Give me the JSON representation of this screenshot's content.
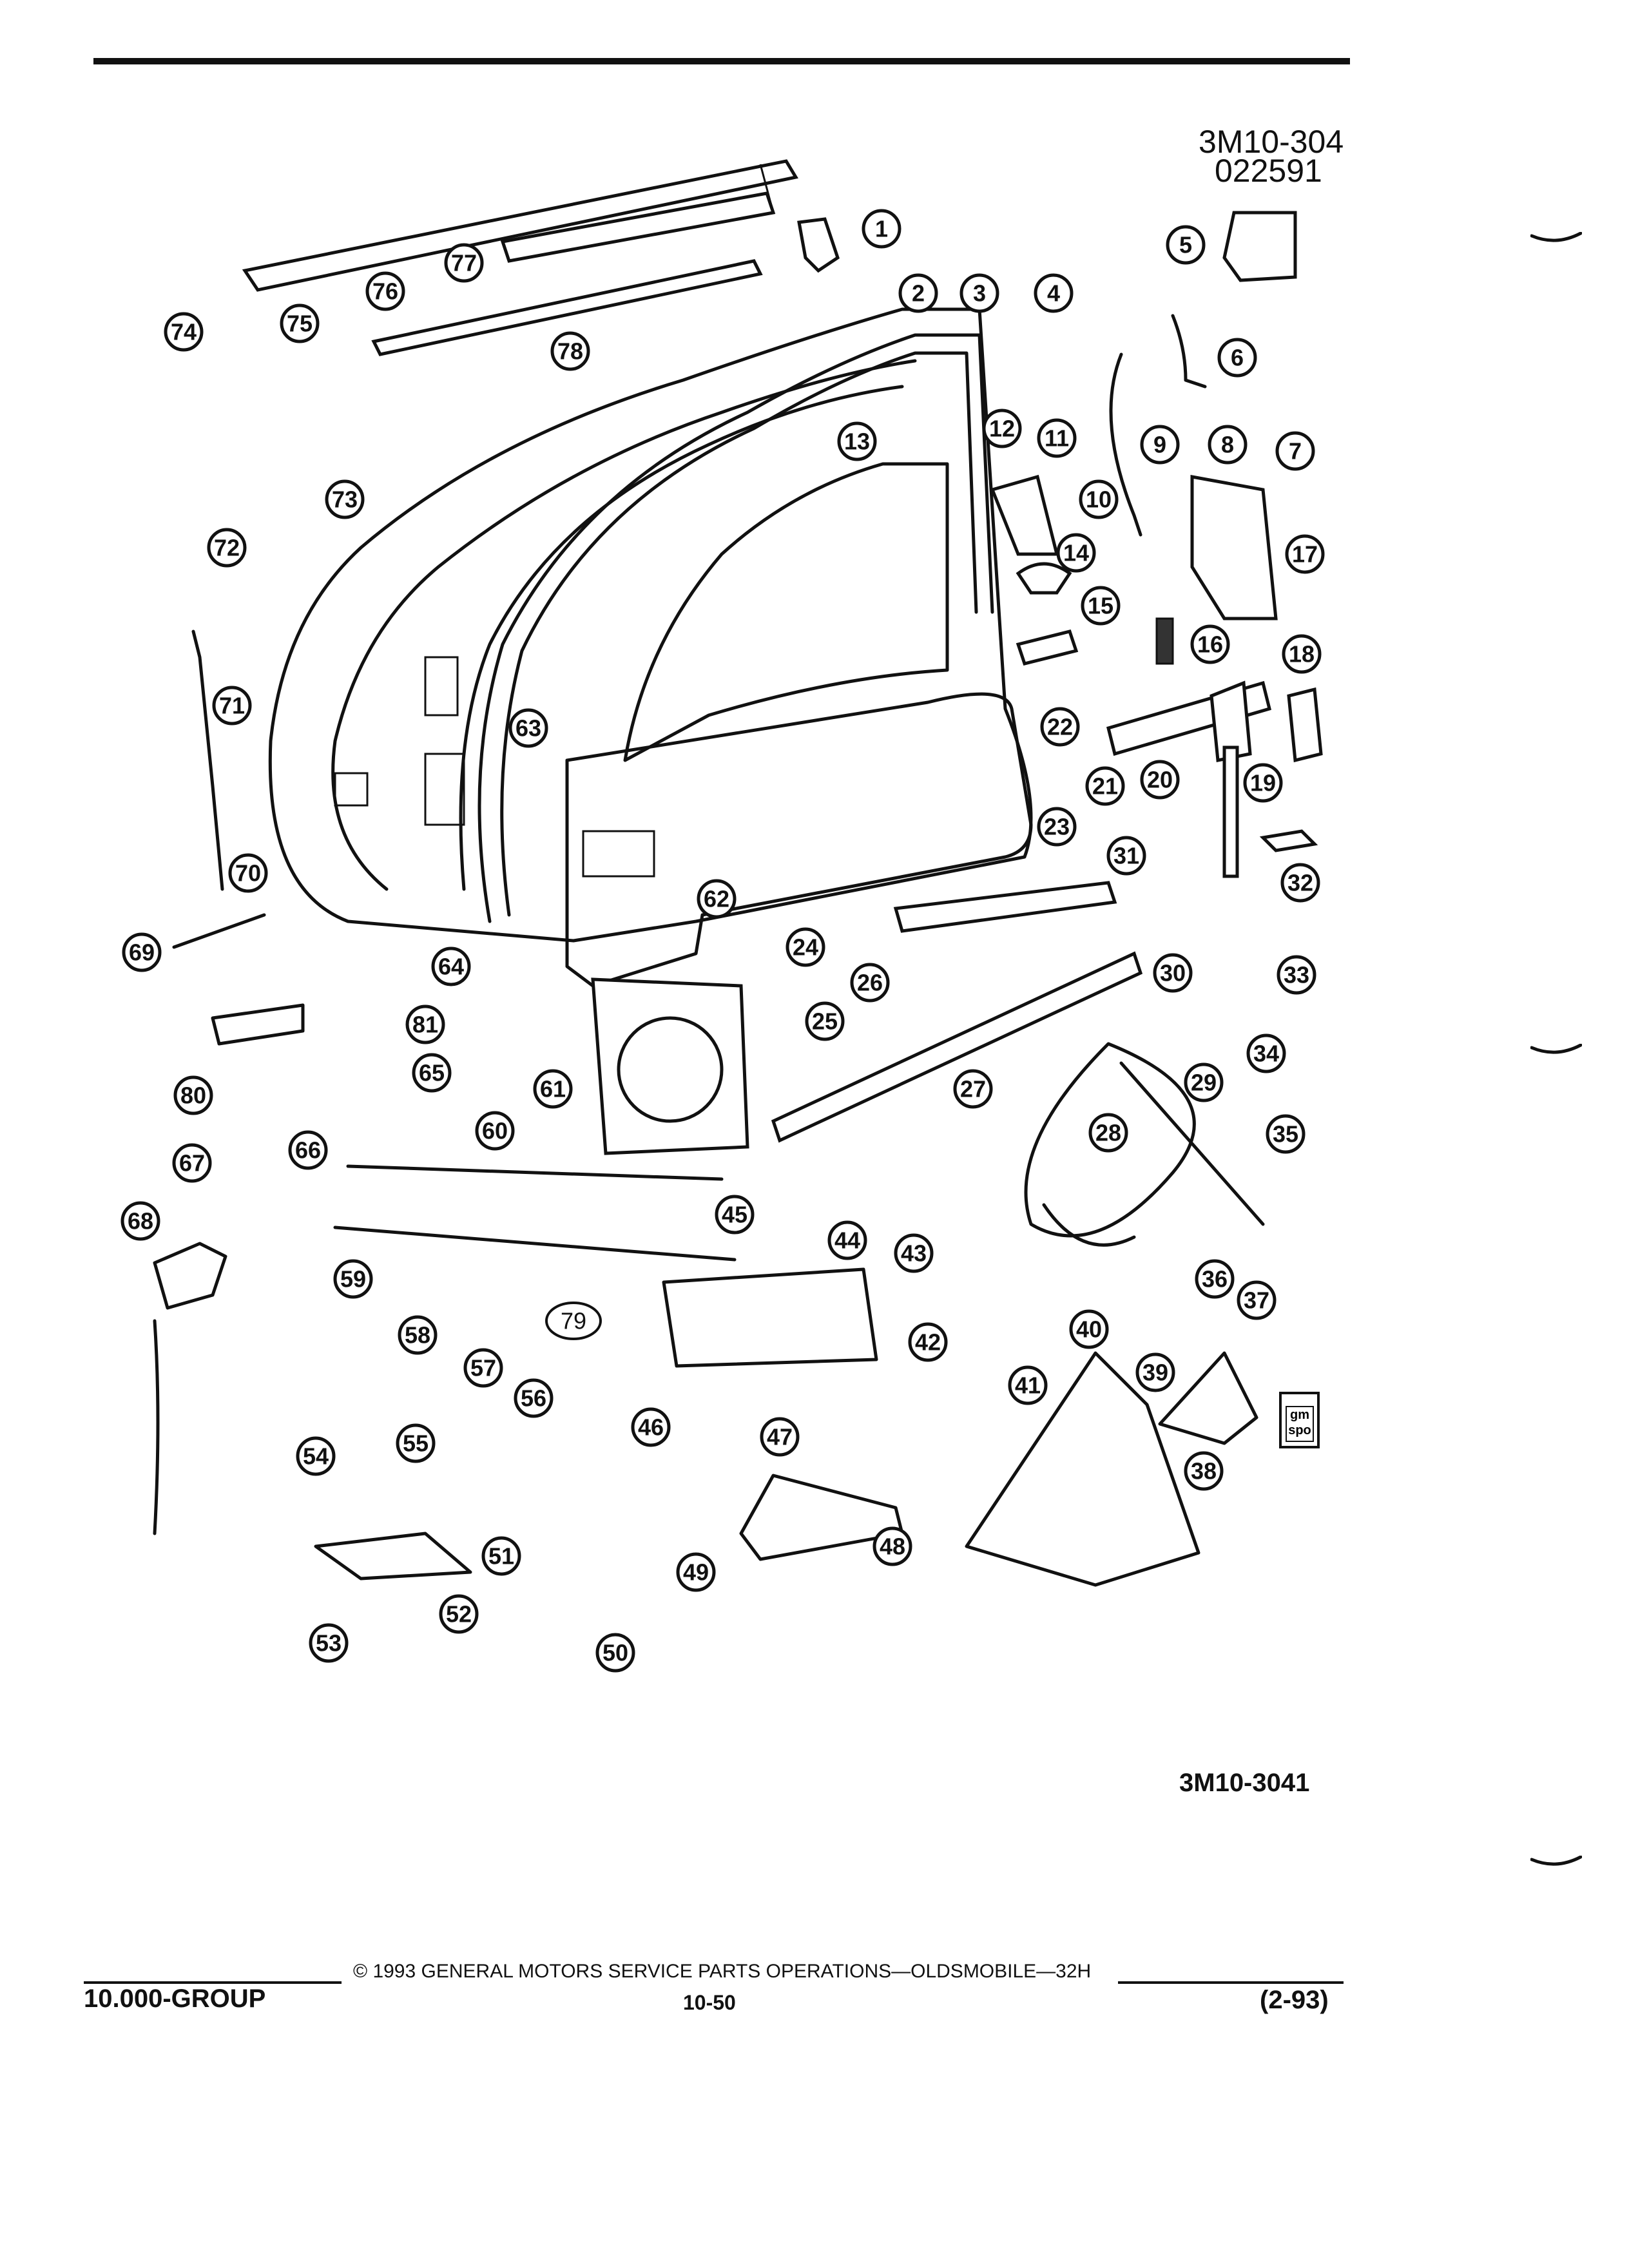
{
  "header": {
    "ref_code_line1": "3M10-304",
    "ref_code_line2": "022591"
  },
  "figure": {
    "code": "3M10-3041",
    "logo_text": "gm spo"
  },
  "callouts": [
    "1",
    "2",
    "3",
    "4",
    "5",
    "6",
    "7",
    "8",
    "9",
    "10",
    "11",
    "12",
    "13",
    "14",
    "15",
    "16",
    "17",
    "18",
    "19",
    "20",
    "21",
    "22",
    "23",
    "24",
    "25",
    "26",
    "27",
    "28",
    "29",
    "30",
    "31",
    "32",
    "33",
    "34",
    "35",
    "36",
    "37",
    "38",
    "39",
    "40",
    "41",
    "42",
    "43",
    "44",
    "45",
    "46",
    "47",
    "48",
    "49",
    "50",
    "51",
    "52",
    "53",
    "54",
    "55",
    "56",
    "57",
    "58",
    "59",
    "60",
    "61",
    "62",
    "63",
    "64",
    "65",
    "66",
    "67",
    "68",
    "69",
    "70",
    "71",
    "72",
    "73",
    "74",
    "75",
    "76",
    "77",
    "78",
    "79",
    "80",
    "81"
  ],
  "footer": {
    "copyright": "© 1993  GENERAL MOTORS SERVICE PARTS OPERATIONS—OLDSMOBILE—32H",
    "group": "10.000-GROUP",
    "page": "10-50",
    "date": "(2-93)"
  }
}
